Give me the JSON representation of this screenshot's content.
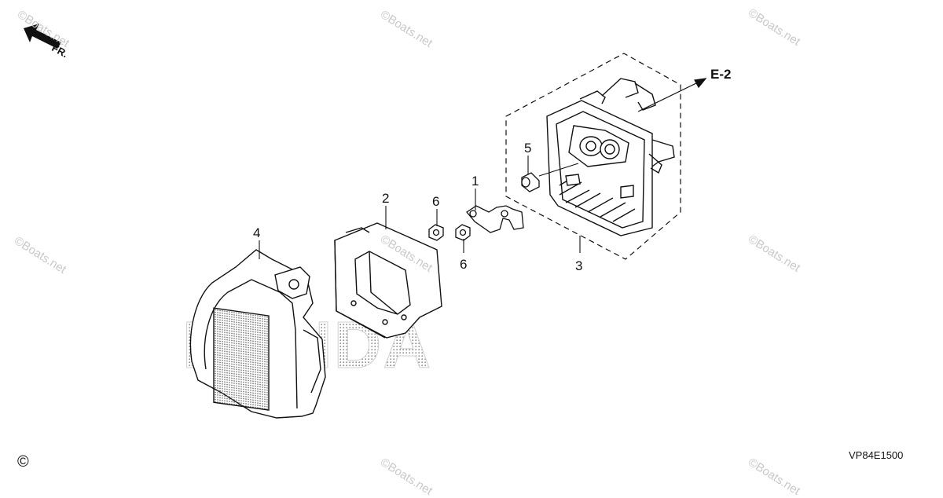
{
  "direction_label": "FR.",
  "reference_label": "E-2",
  "diagram_code": "VP84E1500",
  "brand_text": "HONDA",
  "copyright_symbol": "©",
  "watermark_text": "©Boats.net",
  "callouts": {
    "p1": "1",
    "p2": "2",
    "p3": "3",
    "p4": "4",
    "p5": "5",
    "p6a": "6",
    "p6b": "6"
  }
}
